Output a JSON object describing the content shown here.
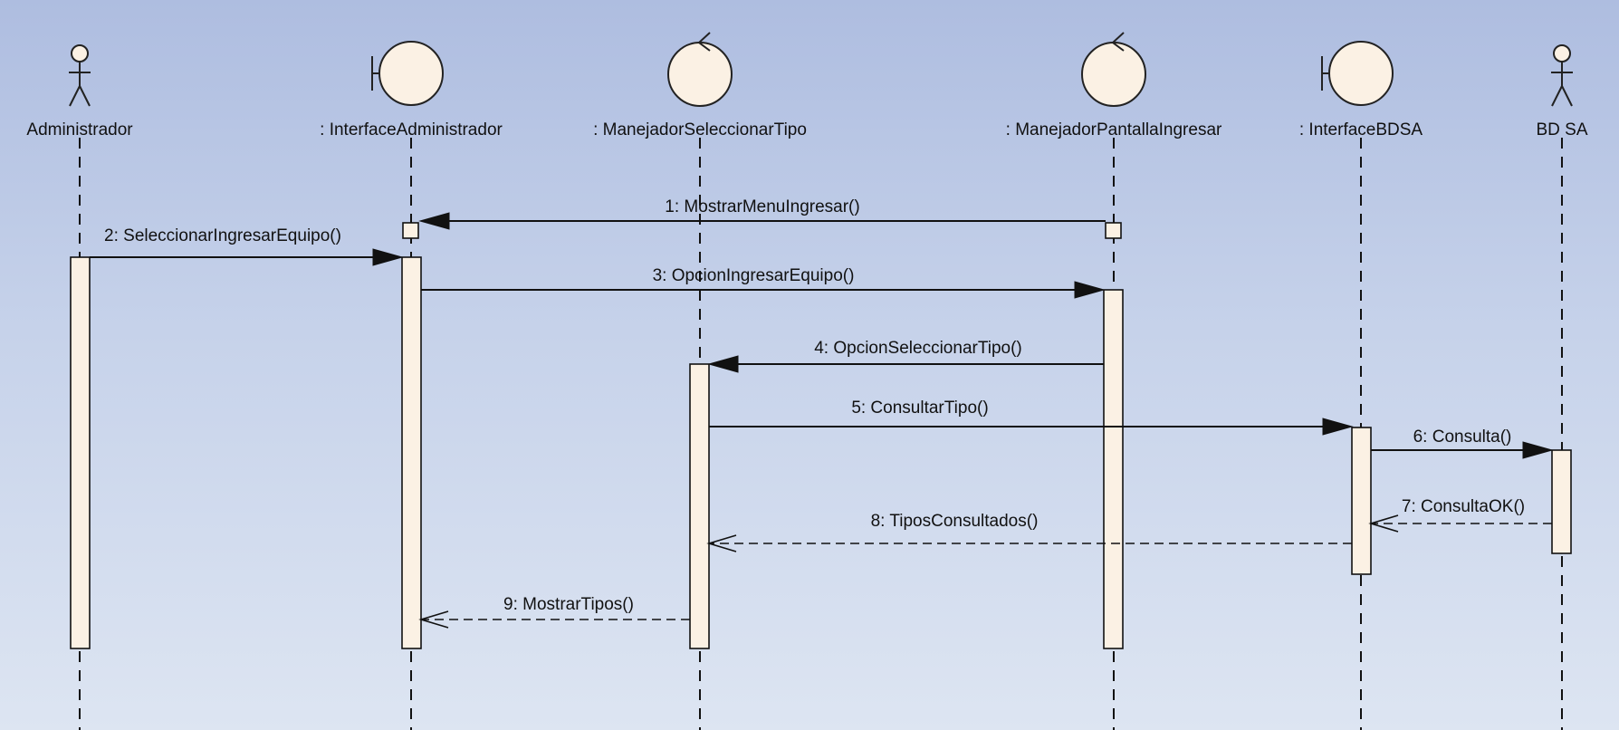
{
  "participants": [
    {
      "id": "admin",
      "name": "Administrador",
      "kind": "actor"
    },
    {
      "id": "iadmin",
      "name": ": InterfaceAdministrador",
      "kind": "boundary"
    },
    {
      "id": "mst",
      "name": ": ManejadorSeleccionarTipo",
      "kind": "control"
    },
    {
      "id": "mpi",
      "name": ": ManejadorPantallaIngresar",
      "kind": "control"
    },
    {
      "id": "ibd",
      "name": ": InterfaceBDSA",
      "kind": "boundary"
    },
    {
      "id": "bdsa",
      "name": "BD SA",
      "kind": "actor"
    }
  ],
  "messages": [
    {
      "label": "1: MostrarMenuIngresar()",
      "from": "mpi",
      "to": "iadmin",
      "type": "call"
    },
    {
      "label": "2: SeleccionarIngresarEquipo()",
      "from": "admin",
      "to": "iadmin",
      "type": "call"
    },
    {
      "label": "3: OpcionIngresarEquipo()",
      "from": "iadmin",
      "to": "mpi",
      "type": "call"
    },
    {
      "label": "4: OpcionSeleccionarTipo()",
      "from": "mpi",
      "to": "mst",
      "type": "call"
    },
    {
      "label": "5: ConsultarTipo()",
      "from": "mst",
      "to": "ibd",
      "type": "call"
    },
    {
      "label": "6: Consulta()",
      "from": "ibd",
      "to": "bdsa",
      "type": "call"
    },
    {
      "label": "7: ConsultaOK()",
      "from": "bdsa",
      "to": "ibd",
      "type": "return"
    },
    {
      "label": "8: TiposConsultados()",
      "from": "ibd",
      "to": "mst",
      "type": "return"
    },
    {
      "label": "9: MostrarTipos()",
      "from": "mst",
      "to": "iadmin",
      "type": "return"
    }
  ]
}
